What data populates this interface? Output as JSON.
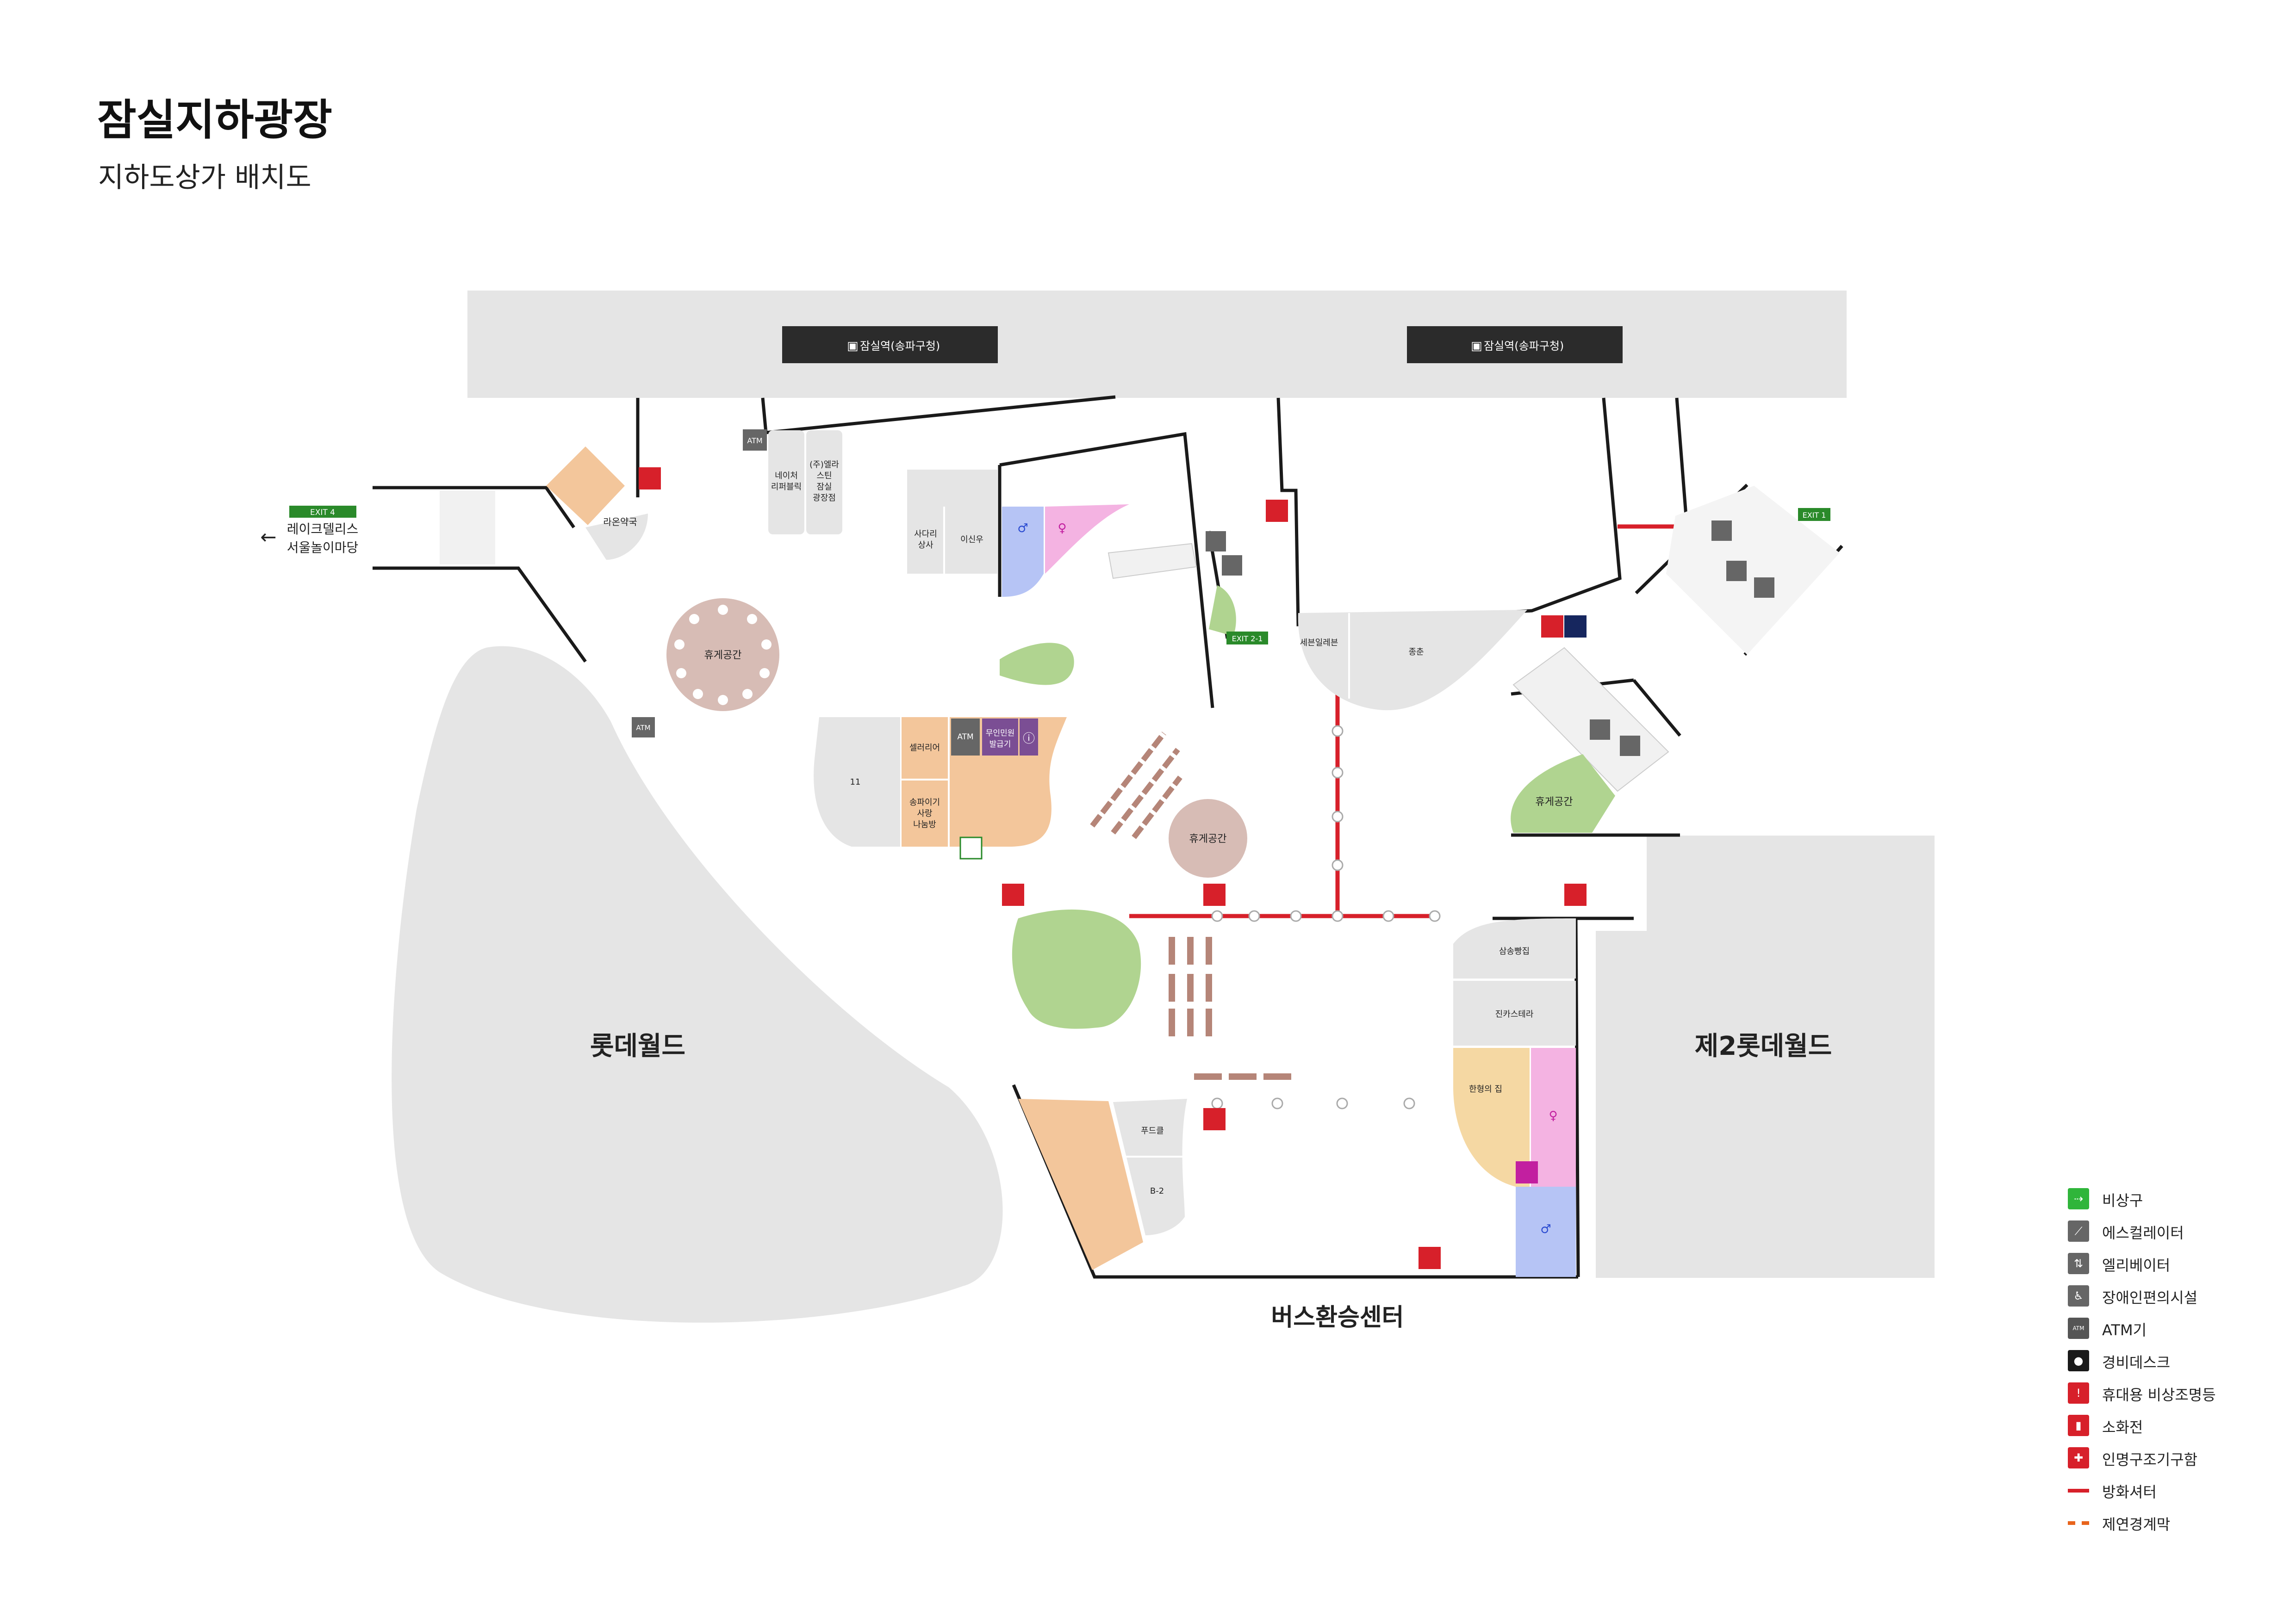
{
  "header": {
    "title": "잠실지하광장",
    "subtitle": "지하도상가 배치도"
  },
  "colors": {
    "zone": "#e5e5e5",
    "store_orange": "#f3c69b",
    "green_area": "#b0d490",
    "rest_brown": "#d7bcb5",
    "female_pink": "#f4b3e2",
    "male_blue": "#b6c4f5",
    "fire_red": "#d7202a",
    "exit_green": "#2a8a2a",
    "wall_black": "#1a1a1a",
    "station_box": "#2b2b2b",
    "shutter_red": "#d7202a",
    "icon_gray": "#555555",
    "purple": "#7b4e94",
    "navy": "#16265e",
    "bench_brown": "#b58578"
  },
  "map": {
    "stations": [
      "잠실역(송파구청)",
      "잠실역(송파구청)"
    ],
    "exits": {
      "exit4": "EXIT 4",
      "exit4_dest_line1": "레이크델리스",
      "exit4_dest_line2": "서울놀이마당",
      "exit1": "EXIT 1",
      "exit21": "EXIT 2-1",
      "arrow": "←"
    },
    "atm": [
      "ATM",
      "ATM",
      "ATM"
    ],
    "stores": {
      "raon_pharmacy": "라온약국",
      "nature_republic_1": "네이처",
      "nature_republic_2": "리퍼블릭",
      "ellastin_1": "(주)엘라",
      "ellastin_2": "스틴",
      "ellastin_3": "잠실",
      "ellastin_4": "광장점",
      "sadari_1": "사다리",
      "sadari_2": "상사",
      "isinu": "이신우",
      "seven_eleven": "세븐일레븐",
      "jongchun": "종춘",
      "store_11": "11",
      "cellarier": "셀러리어",
      "songpa_1": "송파이기",
      "songpa_2": "사랑",
      "songpa_3": "나눔방",
      "kiosk_1": "무인민원",
      "kiosk_2": "발급기",
      "samsung_bang": "삼송빵집",
      "jincasketera": "진카스테라",
      "hanhyung": "한형의 집",
      "foodle": "푸드클",
      "b2": "B-2"
    },
    "rest_areas": [
      "휴게공간",
      "휴게공간",
      "휴게공간"
    ],
    "buildings": {
      "lotte_world": "롯데월드",
      "lotte_world2": "제2롯데월드",
      "bus_center": "버스환승센터"
    }
  },
  "legend": [
    {
      "label": "비상구",
      "icon": "emergency-exit-icon",
      "color": "#2fb53a",
      "glyph": "⇢"
    },
    {
      "label": "에스컬레이터",
      "icon": "escalator-icon",
      "color": "#666666",
      "glyph": "⟋"
    },
    {
      "label": "엘리베이터",
      "icon": "elevator-icon",
      "color": "#666666",
      "glyph": "⇅"
    },
    {
      "label": "장애인편의시설",
      "icon": "wheelchair-icon",
      "color": "#666666",
      "glyph": "♿"
    },
    {
      "label": "ATM기",
      "icon": "atm-icon",
      "color": "#555555",
      "glyph": "ATM"
    },
    {
      "label": "경비데스크",
      "icon": "security-desk-icon",
      "color": "#1a1a1a",
      "glyph": "●"
    },
    {
      "label": "휴대용 비상조명등",
      "icon": "emergency-light-icon",
      "color": "#d7202a",
      "glyph": "!"
    },
    {
      "label": "소화전",
      "icon": "fire-hydrant-icon",
      "color": "#d7202a",
      "glyph": "▮"
    },
    {
      "label": "인명구조기구함",
      "icon": "rescue-kit-icon",
      "color": "#d7202a",
      "glyph": "✚"
    },
    {
      "label": "방화셔터",
      "icon": "fire-shutter-line",
      "line": "#d7202a",
      "style": "solid"
    },
    {
      "label": "제연경계막",
      "icon": "smoke-barrier-line",
      "line": "#e8641c",
      "style": "dashed"
    }
  ]
}
